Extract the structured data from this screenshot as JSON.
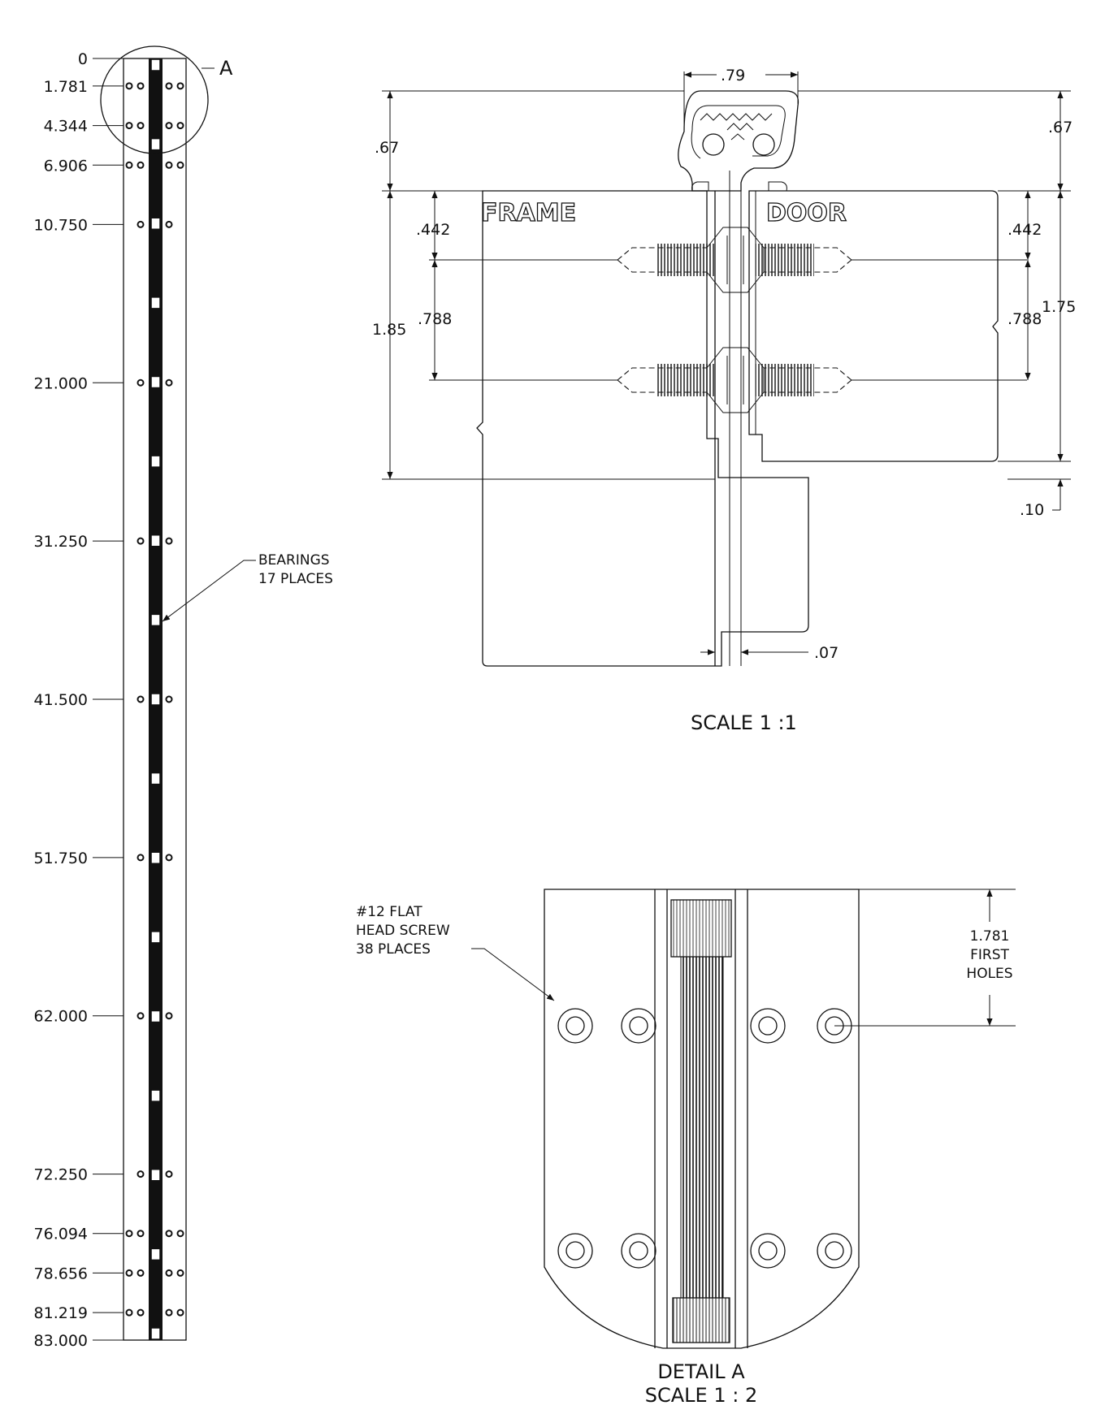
{
  "left_view": {
    "positions": [
      "0",
      "1.781",
      "4.344",
      "6.906",
      "10.750",
      "21.000",
      "31.250",
      "41.500",
      "51.750",
      "62.000",
      "72.250",
      "76.094",
      "78.656",
      "81.219",
      "83.000"
    ],
    "detail_callout": "A",
    "bearings_note": [
      "BEARINGS",
      "17 PLACES"
    ]
  },
  "section_view": {
    "frame_label": "FRAME",
    "door_label": "DOOR",
    "dims": {
      "width_top": ".79",
      "left_top": ".67",
      "right_top": ".67",
      "left_a": ".442",
      "left_b": ".788",
      "left_total": "1.85",
      "right_a": ".442",
      "right_b": ".788",
      "right_total": "1.75",
      "bottom_offset": ".10",
      "gap": ".07"
    },
    "scale_label": "SCALE 1 :1"
  },
  "detail_view": {
    "screw_note": [
      "#12 FLAT",
      "HEAD SCREW",
      "38 PLACES"
    ],
    "first_holes_note": [
      "1.781",
      "FIRST",
      "HOLES"
    ],
    "title": "DETAIL A",
    "scale": "SCALE 1 : 2"
  }
}
